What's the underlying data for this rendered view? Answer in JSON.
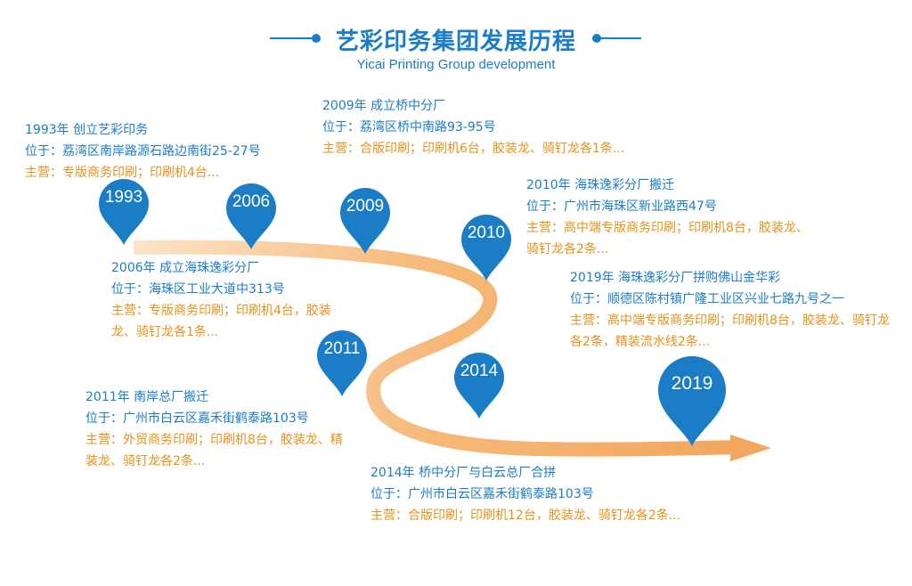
{
  "header": {
    "title": "艺彩印务集团发展历程",
    "subtitle": "Yicai Printing Group development"
  },
  "colors": {
    "primary": "#1a7dc6",
    "accent": "#e69118",
    "arrow": "#f5b67a"
  },
  "milestones": [
    {
      "year": "1993",
      "heading": "1993年 创立艺彩印务",
      "location": "位于：荔湾区南岸路源石路边南街25-27号",
      "business": "主营：专版商务印刷；印刷机4台..."
    },
    {
      "year": "2006",
      "heading": "2006年 成立海珠逸彩分厂",
      "location": "位于：海珠区工业大道中313号",
      "business": "主营：专版商务印刷；印刷机4台，胶装龙、骑钉龙各1条..."
    },
    {
      "year": "2009",
      "heading": "2009年 成立桥中分厂",
      "location": "位于：荔湾区桥中南路93-95号",
      "business": "主营：合版印刷；印刷机6台，胶装龙、骑钉龙各1条..."
    },
    {
      "year": "2010",
      "heading": "2010年 海珠逸彩分厂搬迁",
      "location": "位于：广州市海珠区新业路西47号",
      "business": "主营：高中端专版商务印刷；印刷机8台，胶装龙、骑钉龙各2条..."
    },
    {
      "year": "2011",
      "heading": "2011年 南岸总厂搬迁",
      "location": "位于：广州市白云区嘉禾街鹤泰路103号",
      "business": "主营：外贸商务印刷；印刷机8台，胶装龙、精装龙、骑钉龙各2条..."
    },
    {
      "year": "2014",
      "heading": "2014年 桥中分厂与白云总厂合拼",
      "location": "位于：广州市白云区嘉禾街鹤泰路103号",
      "business": "主营：合版印刷；印刷机12台，胶装龙、骑钉龙各2条..."
    },
    {
      "year": "2019",
      "heading": "2019年 海珠逸彩分厂拼购佛山金华彩",
      "location": "位于：顺德区陈村镇广隆工业区兴业七路九号之一",
      "business": "主营：高中端专版商务印刷；印刷机8台，胶装龙、骑钉龙各2条，精装流水线2条..."
    }
  ]
}
